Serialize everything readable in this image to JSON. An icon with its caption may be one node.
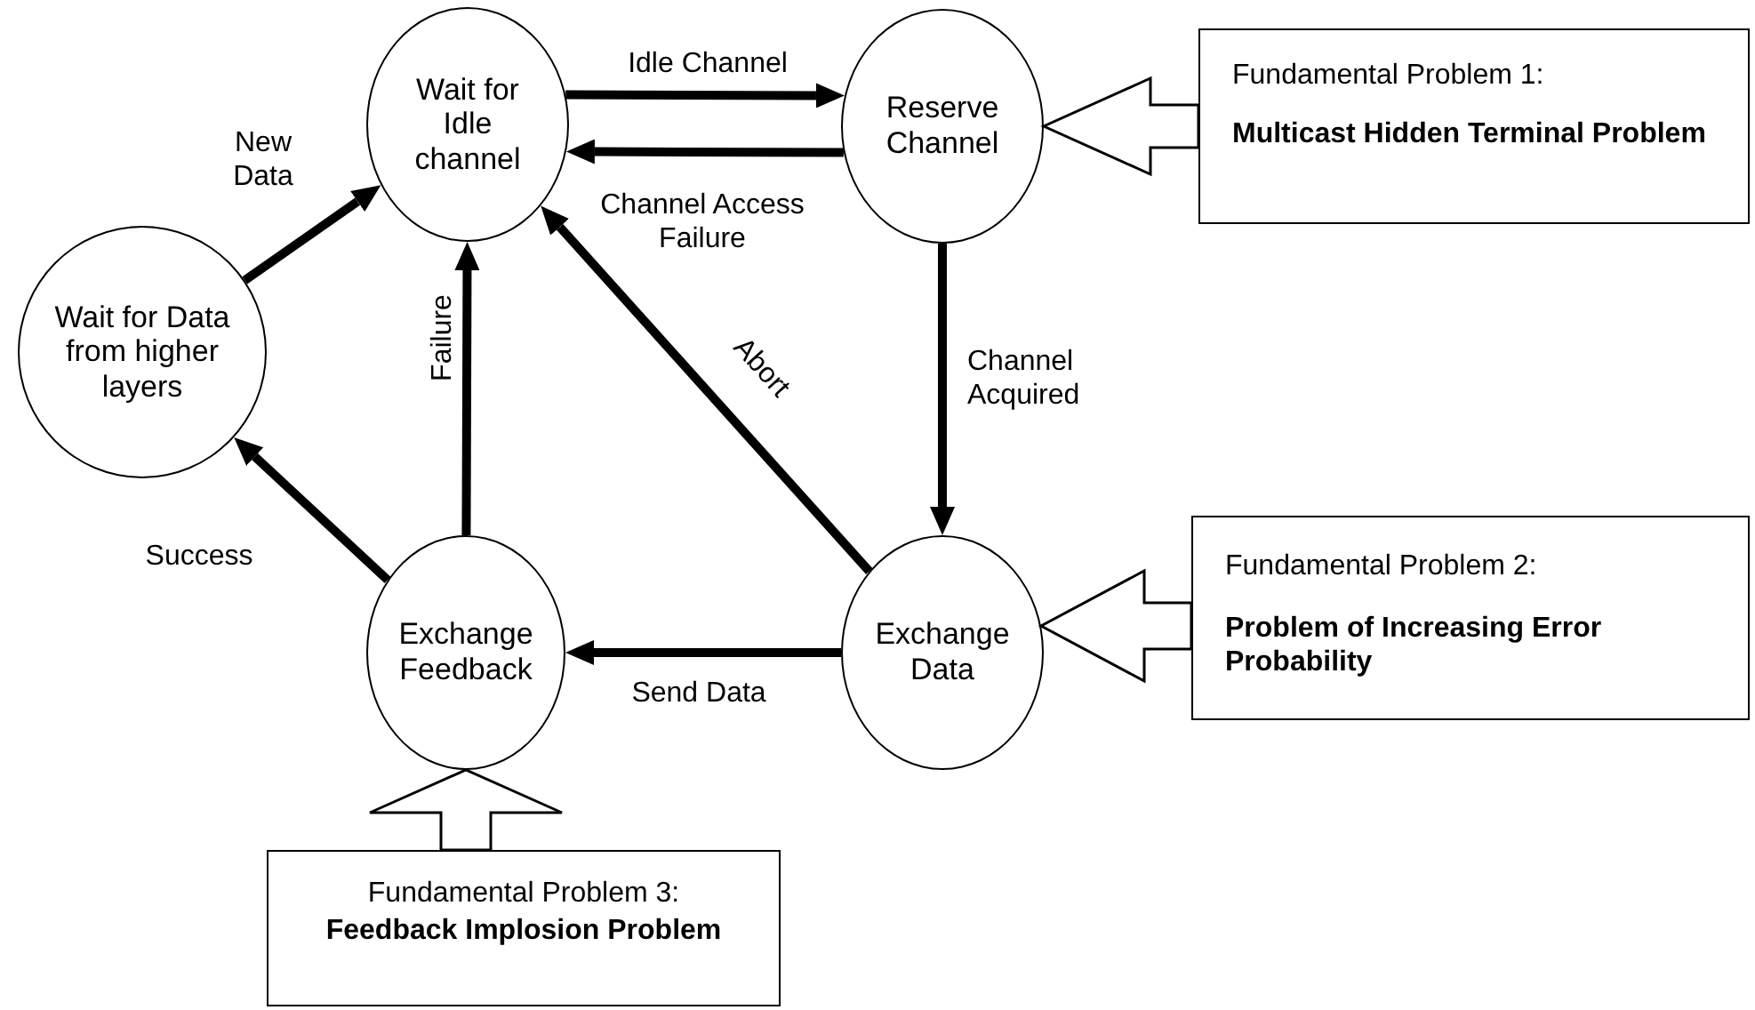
{
  "diagram": {
    "nodes": [
      {
        "text": [
          "Wait for Idle channel"
        ]
      },
      {
        "text": [
          "Reserve Channel"
        ]
      },
      {
        "text": [
          "Wait for Data from higher layers"
        ]
      },
      {
        "text": [
          "Exchange Feedback"
        ]
      },
      {
        "text": [
          "Exchange Data"
        ]
      },
      {
        "text": [
          "Fundamental Problem 1:",
          "Multicast Hidden Terminal Problem"
        ]
      },
      {
        "text": [
          "Fundamental Problem 2:",
          "Problem of Increasing Error Probability"
        ]
      },
      {
        "text": [
          "Fundamental Problem 3:",
          "Feedback Implosion Problem"
        ]
      }
    ],
    "edges": [
      {
        "from": 2,
        "to": 0,
        "arrow": "to",
        "label": "New Data"
      },
      {
        "from": 0,
        "to": 1,
        "arrow": "to",
        "label": "Idle Channel"
      },
      {
        "from": 1,
        "to": 0,
        "arrow": "to",
        "label": "Channel Access Failure"
      },
      {
        "from": 1,
        "to": 4,
        "arrow": "to",
        "label": "Channel Acquired"
      },
      {
        "from": 4,
        "to": 0,
        "arrow": "to",
        "label": "Abort"
      },
      {
        "from": 4,
        "to": 3,
        "arrow": "to",
        "label": "Send Data"
      },
      {
        "from": 3,
        "to": 0,
        "arrow": "to",
        "label": "Failure"
      },
      {
        "from": 3,
        "to": 2,
        "arrow": "to",
        "label": "Success"
      },
      {
        "from": 5,
        "to": 1,
        "arrow": "to"
      },
      {
        "from": 6,
        "to": 4,
        "arrow": "to"
      },
      {
        "from": 7,
        "to": 3,
        "arrow": "to"
      }
    ]
  }
}
